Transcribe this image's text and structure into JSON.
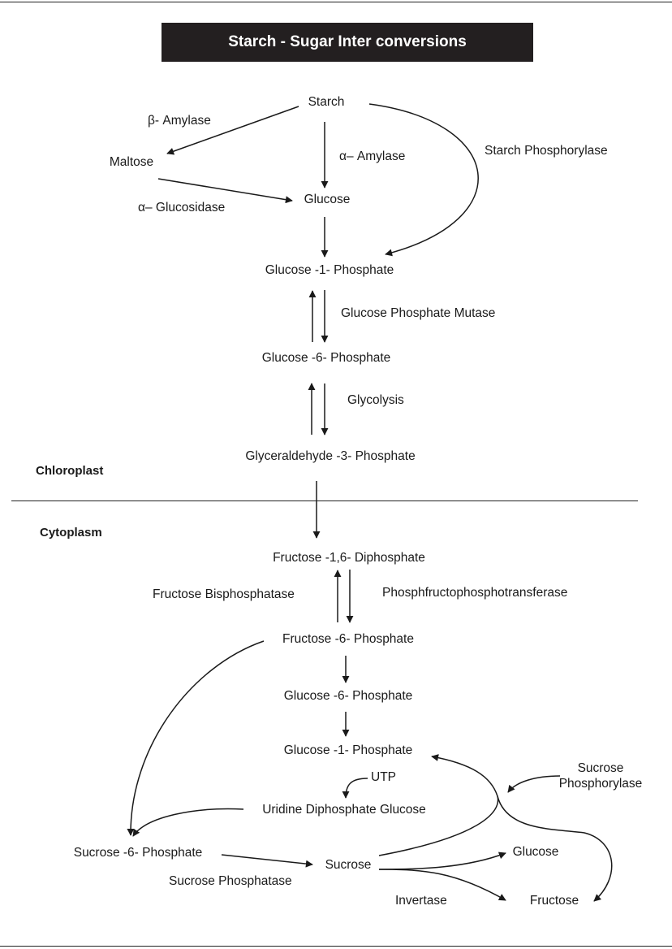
{
  "title": "Starch - Sugar Inter conversions",
  "compartments": {
    "upper": "Chloroplast",
    "lower": "Cytoplasm"
  },
  "nodes": {
    "starch": "Starch",
    "maltose": "Maltose",
    "glucose_top": "Glucose",
    "g1p_top": "Glucose -1- Phosphate",
    "g6p_top": "Glucose -6- Phosphate",
    "g3p": "Glyceraldehyde -3- Phosphate",
    "f16dp": "Fructose -1,6- Diphosphate",
    "f6p": "Fructose -6- Phosphate",
    "g6p_bottom": "Glucose -6- Phosphate",
    "g1p_bottom": "Glucose -1- Phosphate",
    "udpg": "Uridine Diphosphate Glucose",
    "s6p": "Sucrose -6- Phosphate",
    "sucrose": "Sucrose",
    "glucose_bottom": "Glucose",
    "fructose": "Fructose"
  },
  "enzymes": {
    "beta_amylase": "β- Amylase",
    "alpha_amylase": "α– Amylase",
    "alpha_glucosidase": "α– Glucosidase",
    "starch_phosphorylase": "Starch Phosphorylase",
    "glucose_phosphate_mutase": "Glucose Phosphate Mutase",
    "glycolysis": "Glycolysis",
    "fructose_bisphosphatase": "Fructose Bisphosphatase",
    "pfp": "Phosphfructophosphotransferase",
    "utp": "UTP",
    "sucrose_phosphorylase": "Sucrose Phosphorylase",
    "sucrose_phosphatase": "Sucrose Phosphatase",
    "invertase": "Invertase"
  }
}
